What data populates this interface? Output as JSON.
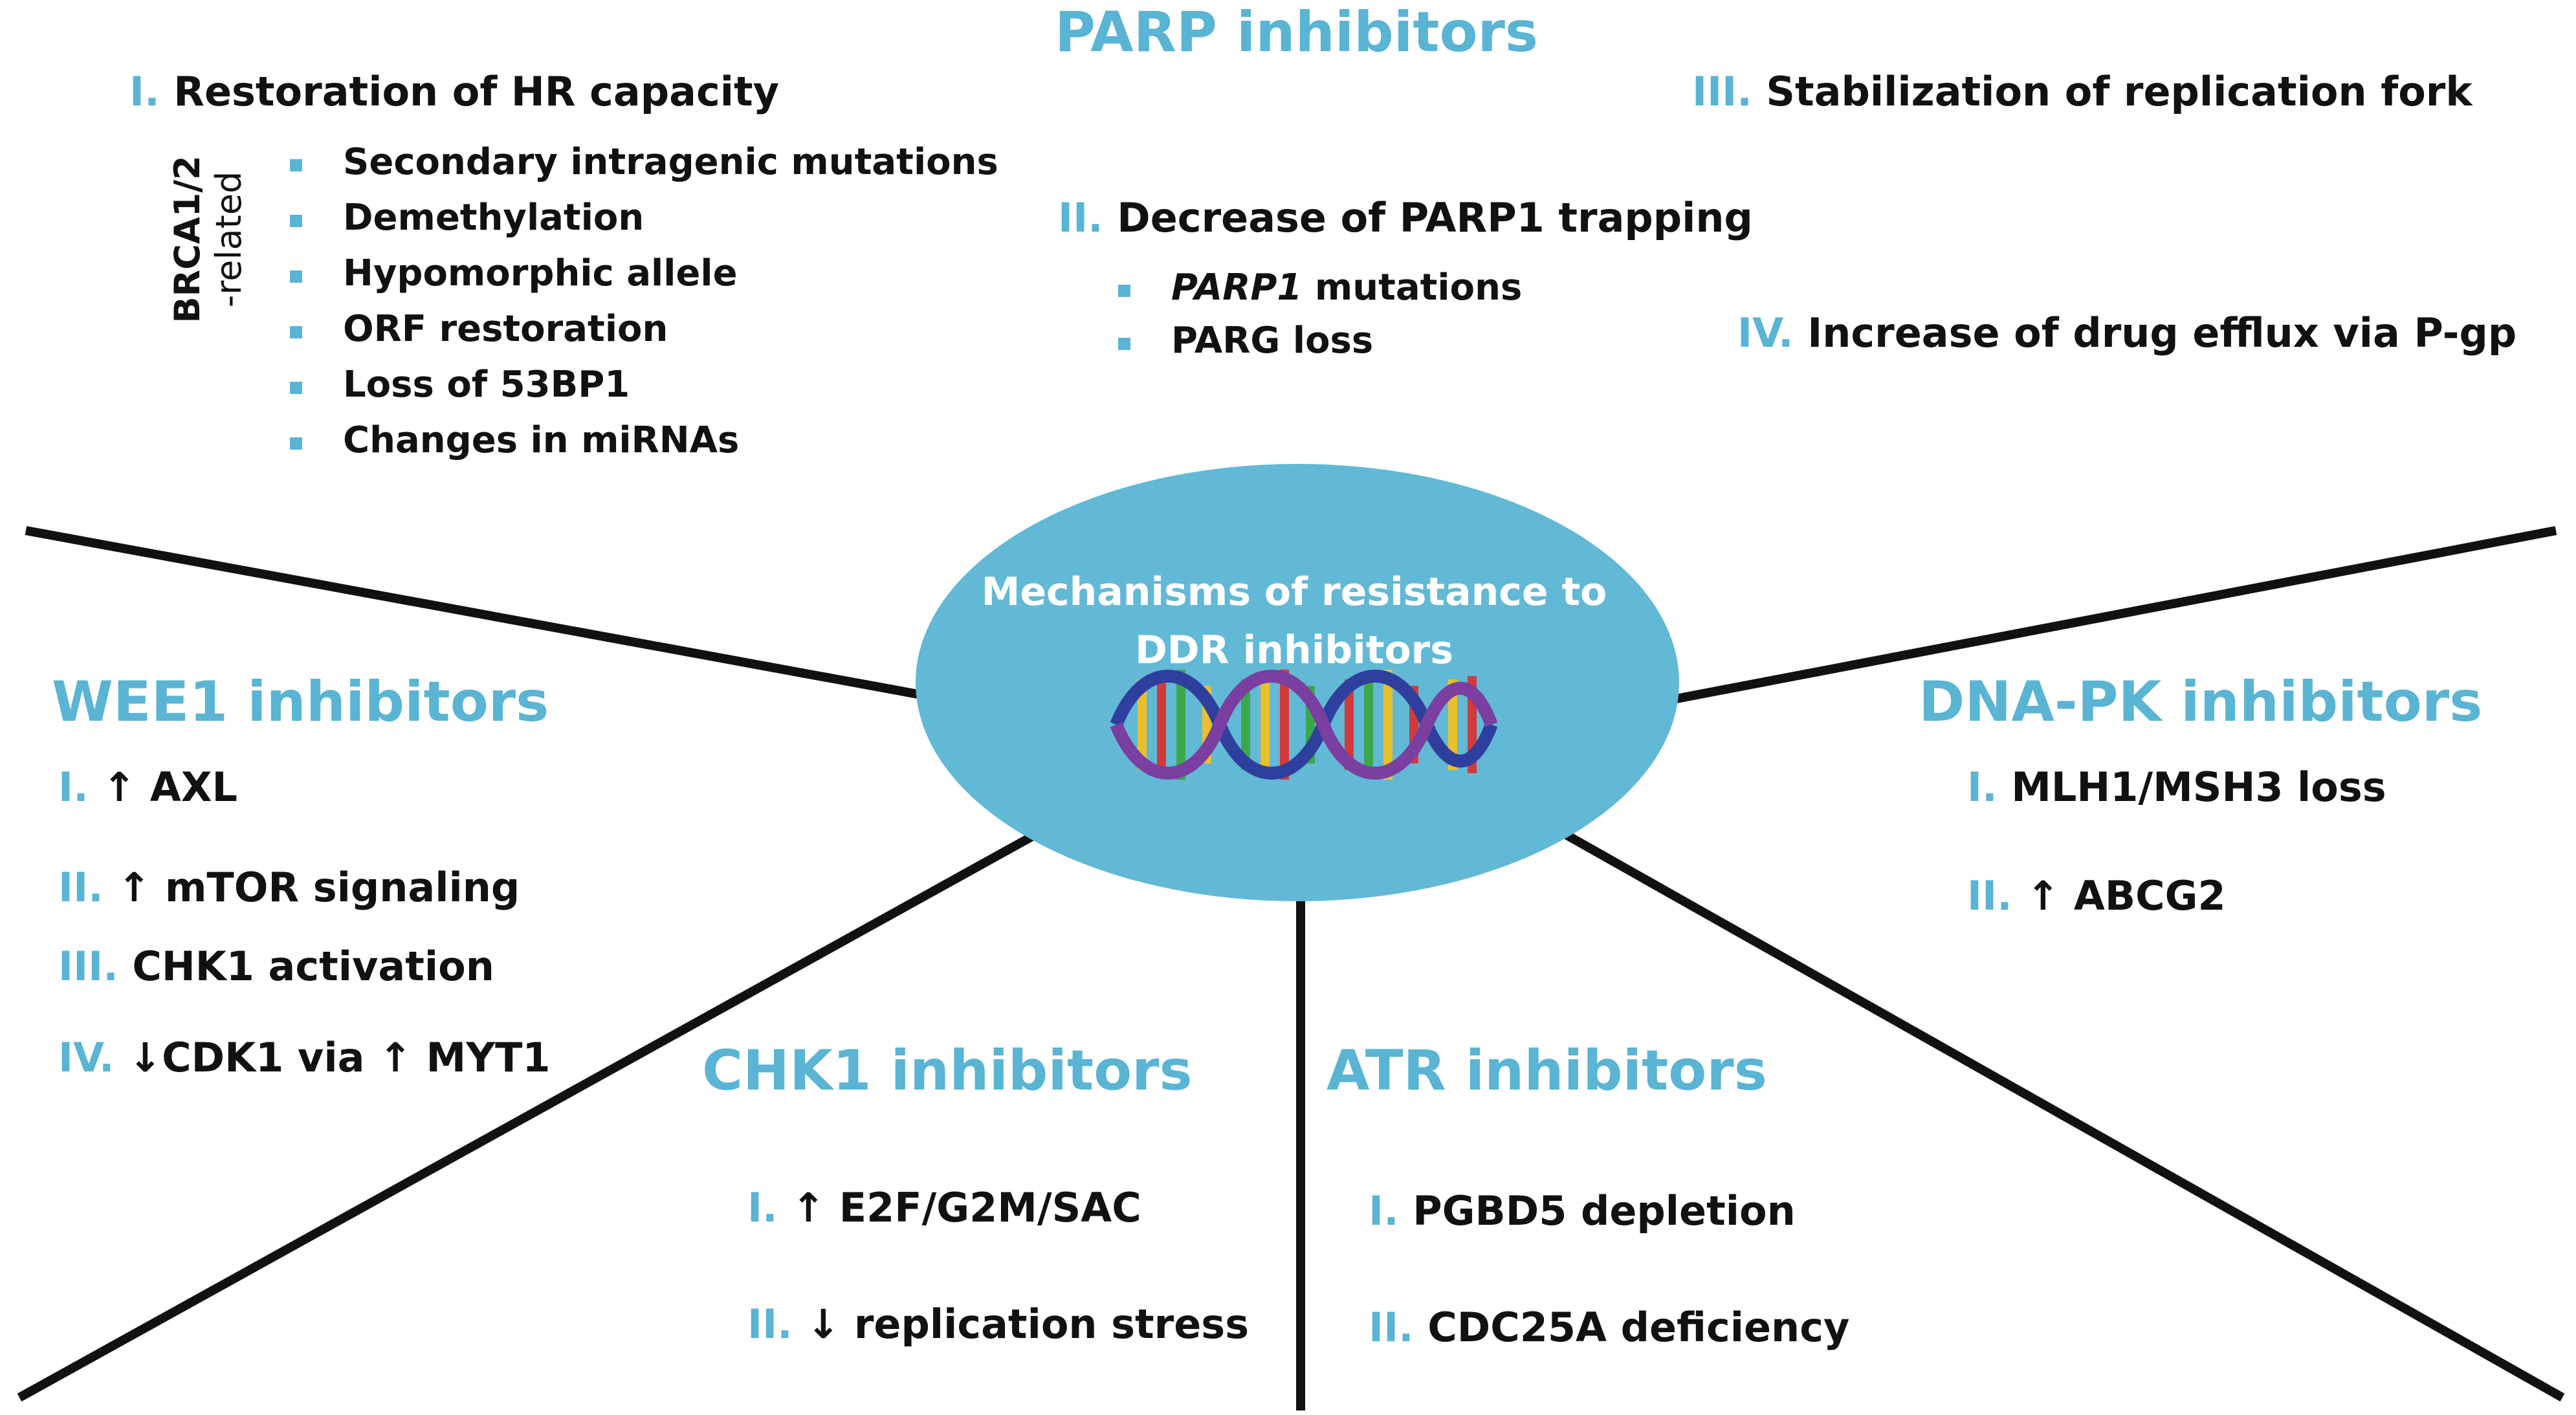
{
  "center": {
    "title_line1": "Mechanisms of resistance to",
    "title_line2": "DDR inhibitors",
    "icon": "dna-helix-icon",
    "fill_color": "#62b9d6"
  },
  "accent_color": "#5ab4d4",
  "parp": {
    "heading": "PARP inhibitors",
    "m1": {
      "num": "I.",
      "text": "Restoration of HR capacity"
    },
    "brca_label_1": "BRCA1/2",
    "brca_label_2": "-related",
    "m1_items": [
      "Secondary intragenic mutations",
      "Demethylation",
      "Hypomorphic allele",
      "ORF restoration",
      "Loss of 53BP1",
      "Changes in miRNAs"
    ],
    "m2": {
      "num": "II.",
      "text": "Decrease of PARP1 trapping"
    },
    "m2_items": [
      {
        "italic": "PARP1",
        "rest": " mutations"
      },
      {
        "italic": "",
        "rest": "PARG loss"
      }
    ],
    "m3": {
      "num": "III.",
      "text": "Stabilization of replication fork"
    },
    "m4": {
      "num": "IV.",
      "text": "Increase of drug efflux via P-gp"
    }
  },
  "wee1": {
    "heading": "WEE1 inhibitors",
    "items": [
      {
        "num": "I.",
        "text": "↑ AXL"
      },
      {
        "num": "II.",
        "text": "↑ mTOR signaling"
      },
      {
        "num": "III.",
        "text": "CHK1 activation"
      },
      {
        "num": "IV.",
        "text": "↓CDK1 via ↑ MYT1"
      }
    ]
  },
  "dnapk": {
    "heading": "DNA-PK inhibitors",
    "items": [
      {
        "num": "I.",
        "text": "MLH1/MSH3 loss"
      },
      {
        "num": "II.",
        "text": "↑ ABCG2"
      }
    ]
  },
  "chk1": {
    "heading": "CHK1 inhibitors",
    "items": [
      {
        "num": "I.",
        "text": "↑ E2F/G2M/SAC"
      },
      {
        "num": "II.",
        "text": "↓ replication stress"
      }
    ]
  },
  "atr": {
    "heading": "ATR inhibitors",
    "items": [
      {
        "num": "I.",
        "text": "PGBD5 depletion"
      },
      {
        "num": "II.",
        "text": "CDC25A deficiency"
      }
    ]
  }
}
